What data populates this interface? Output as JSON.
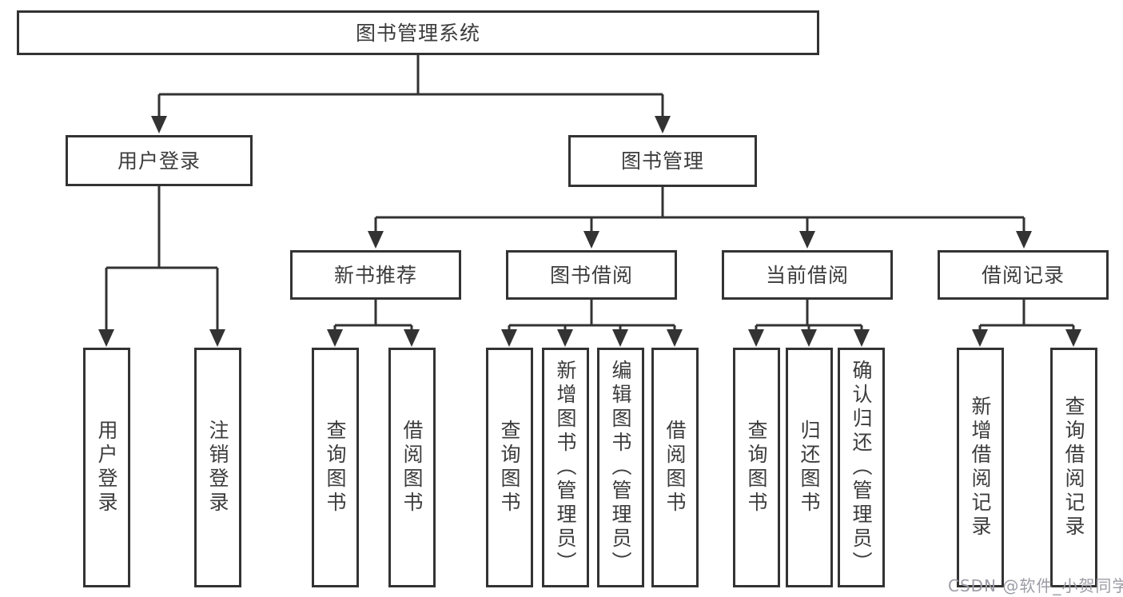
{
  "diagram_title": "图书管理系统",
  "colors": {
    "line": "#333333",
    "box_border": "#333333",
    "box_fill": "#ffffff",
    "text": "#3c3c3c",
    "watermark": "#9c9ca6"
  },
  "tree": {
    "root": {
      "label": "图书管理系统"
    },
    "branches": [
      {
        "label": "用户登录",
        "children": [
          {
            "label": "用户登录"
          },
          {
            "label": "注销登录"
          }
        ]
      },
      {
        "label": "图书管理",
        "children": [
          {
            "label": "新书推荐",
            "children": [
              {
                "label": "查询图书"
              },
              {
                "label": "借阅图书"
              }
            ]
          },
          {
            "label": "图书借阅",
            "children": [
              {
                "label": "查询图书"
              },
              {
                "label": "新增图书（管理员）"
              },
              {
                "label": "编辑图书（管理员）"
              },
              {
                "label": "借阅图书"
              }
            ]
          },
          {
            "label": "当前借阅",
            "children": [
              {
                "label": "查询图书"
              },
              {
                "label": "归还图书"
              },
              {
                "label": "确认归还（管理员）"
              }
            ]
          },
          {
            "label": "借阅记录",
            "children": [
              {
                "label": "新增借阅记录"
              },
              {
                "label": "查询借阅记录"
              }
            ]
          }
        ]
      }
    ]
  },
  "watermark": {
    "text": "CSDN @软件_小贺同学"
  }
}
